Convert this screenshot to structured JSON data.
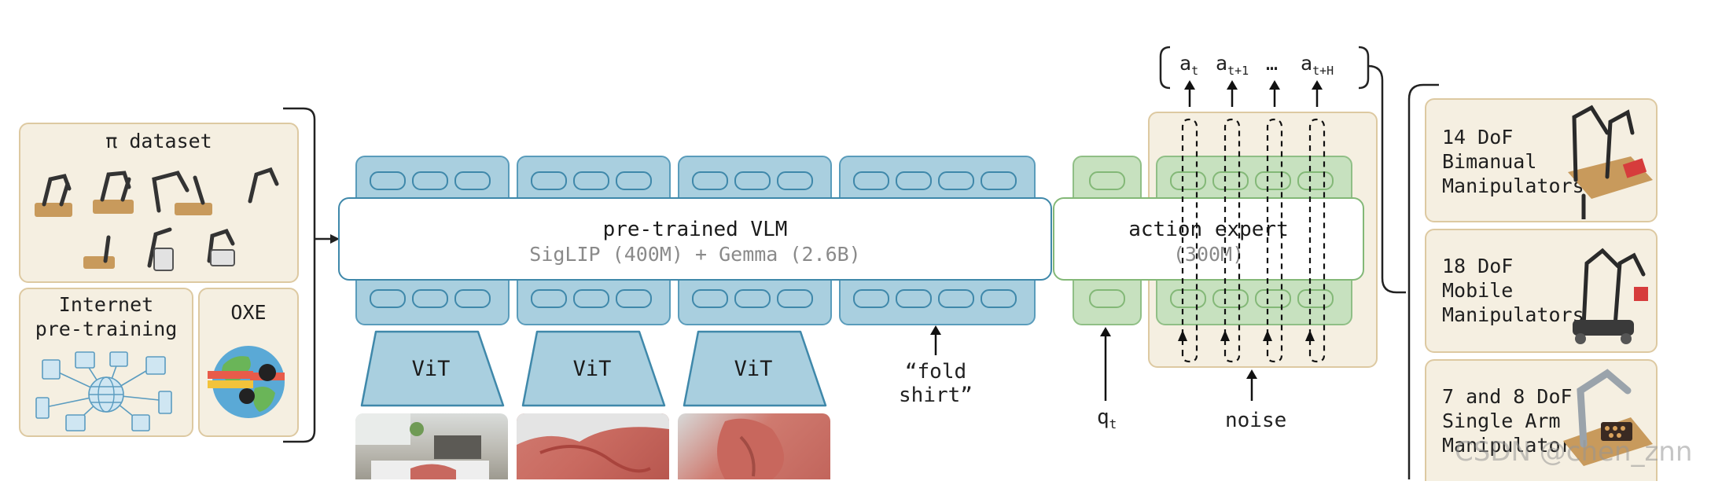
{
  "left_sources": {
    "pi_dataset": {
      "title": "π dataset"
    },
    "internet": {
      "title": "Internet\npre-training"
    },
    "oxe": {
      "title": "OXE"
    }
  },
  "vlm": {
    "title": "pre-trained VLM",
    "subtitle": "SigLIP (400M) + Gemma (2.6B)"
  },
  "vit": {
    "label": "ViT"
  },
  "prompt": "“fold shirt”",
  "action_expert": {
    "title": "action expert",
    "subtitle": "(300M)"
  },
  "state_label": "q",
  "state_sub": "t",
  "noise_label": "noise",
  "actions": [
    {
      "base": "a",
      "sub": "t"
    },
    {
      "base": "a",
      "sub": "t+1"
    },
    {
      "base": "…",
      "sub": ""
    },
    {
      "base": "a",
      "sub": "t+H"
    }
  ],
  "robots": [
    {
      "label": "14 DoF\nBimanual\nManipulators"
    },
    {
      "label": "18 DoF\nMobile\nManipulators"
    },
    {
      "label": "7 and 8 DoF\nSingle Arm\nManipulators"
    }
  ],
  "watermark": "CSDN @chen_znn",
  "colors": {
    "vlm_fill": "#a9cfdf",
    "vlm_border": "#5a9cbb",
    "action_fill": "#c7e1bf",
    "action_border": "#90bf86",
    "panel_fill": "#f5efe1",
    "panel_border": "#ddc9a1"
  }
}
